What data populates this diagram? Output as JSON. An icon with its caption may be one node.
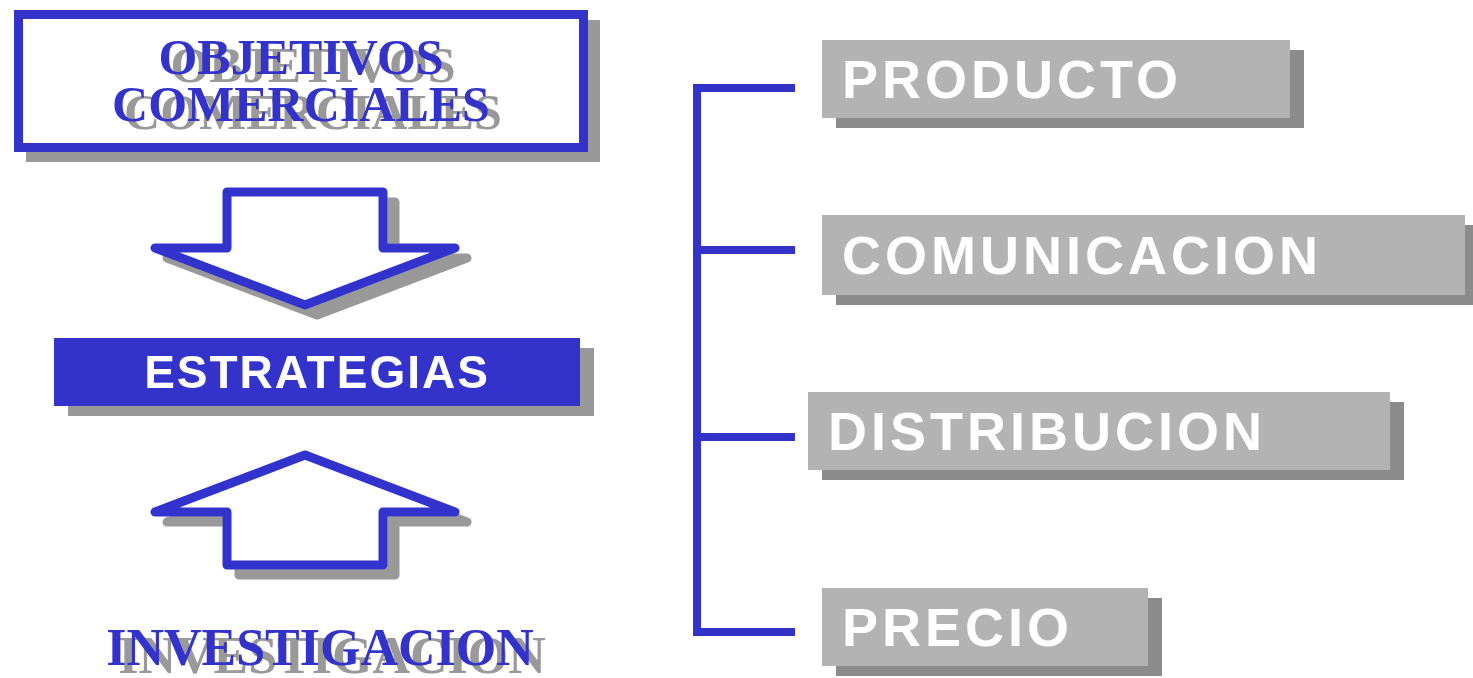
{
  "diagram": {
    "nodes": [
      {
        "text": [
          "OBJETIVOS COMERCIALES"
        ]
      },
      {
        "text": [
          "ESTRATEGIAS"
        ]
      },
      {
        "text": [
          "INVESTIGACION"
        ]
      },
      {
        "text": [
          "PRODUCTO"
        ]
      },
      {
        "text": [
          "COMUNICACION"
        ]
      },
      {
        "text": [
          "DISTRIBUCION"
        ]
      },
      {
        "text": [
          "PRECIO"
        ]
      }
    ],
    "edges": [
      {
        "from": 0,
        "to": 1,
        "arrow": "to"
      },
      {
        "from": 2,
        "to": 1,
        "arrow": "to"
      }
    ]
  }
}
